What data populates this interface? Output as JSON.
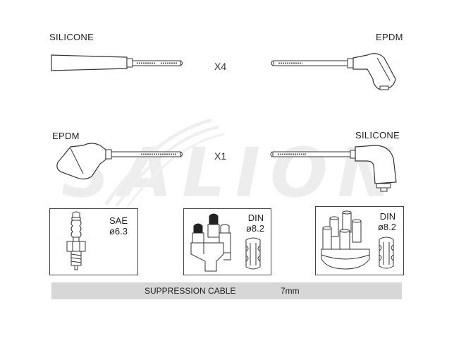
{
  "watermark": "SALION",
  "row1": {
    "left_label": "SILICONE",
    "right_label": "EPDM",
    "multiplier": "X4"
  },
  "row2": {
    "left_label": "EPDM",
    "right_label": "SILICONE",
    "multiplier": "X1"
  },
  "boxes": [
    {
      "standard": "SAE",
      "diameter": "ø6.3"
    },
    {
      "standard": "DIN",
      "diameter": "ø8.2"
    },
    {
      "standard": "DIN",
      "diameter": "ø8.2"
    }
  ],
  "footer": {
    "cable_type": "SUPPRESSION CABLE",
    "size": "7mm"
  }
}
